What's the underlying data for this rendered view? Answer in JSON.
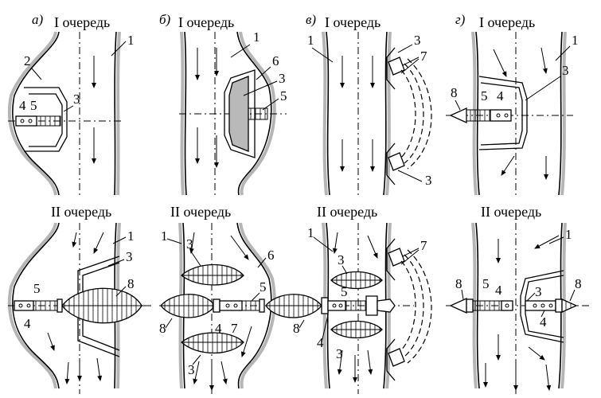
{
  "panels": [
    {
      "tag": "а)",
      "stage1": "I очередь",
      "stage2": "II очередь"
    },
    {
      "tag": "б)",
      "stage1": "I очередь",
      "stage2": "II очередь"
    },
    {
      "tag": "в)",
      "stage1": "I очередь",
      "stage2": "II очередь"
    },
    {
      "tag": "г)",
      "stage1": "I очередь",
      "stage2": "II очередь"
    }
  ],
  "callouts": {
    "a_top": [
      "1",
      "2",
      "3",
      "4",
      "5"
    ],
    "a_bot": [
      "1",
      "3",
      "8",
      "5",
      "4"
    ],
    "b_top": [
      "1",
      "6",
      "3",
      "5"
    ],
    "b_bot": [
      "1",
      "3",
      "6",
      "5",
      "8",
      "4",
      "7",
      "3"
    ],
    "v_top": [
      "1",
      "3",
      "7",
      "3"
    ],
    "v_bot": [
      "1",
      "7",
      "3",
      "5",
      "8",
      "4",
      "3"
    ],
    "g_top": [
      "1",
      "8",
      "5",
      "4",
      "3"
    ],
    "g_bot": [
      "1",
      "8",
      "5",
      "4",
      "3",
      "8",
      "4"
    ]
  }
}
